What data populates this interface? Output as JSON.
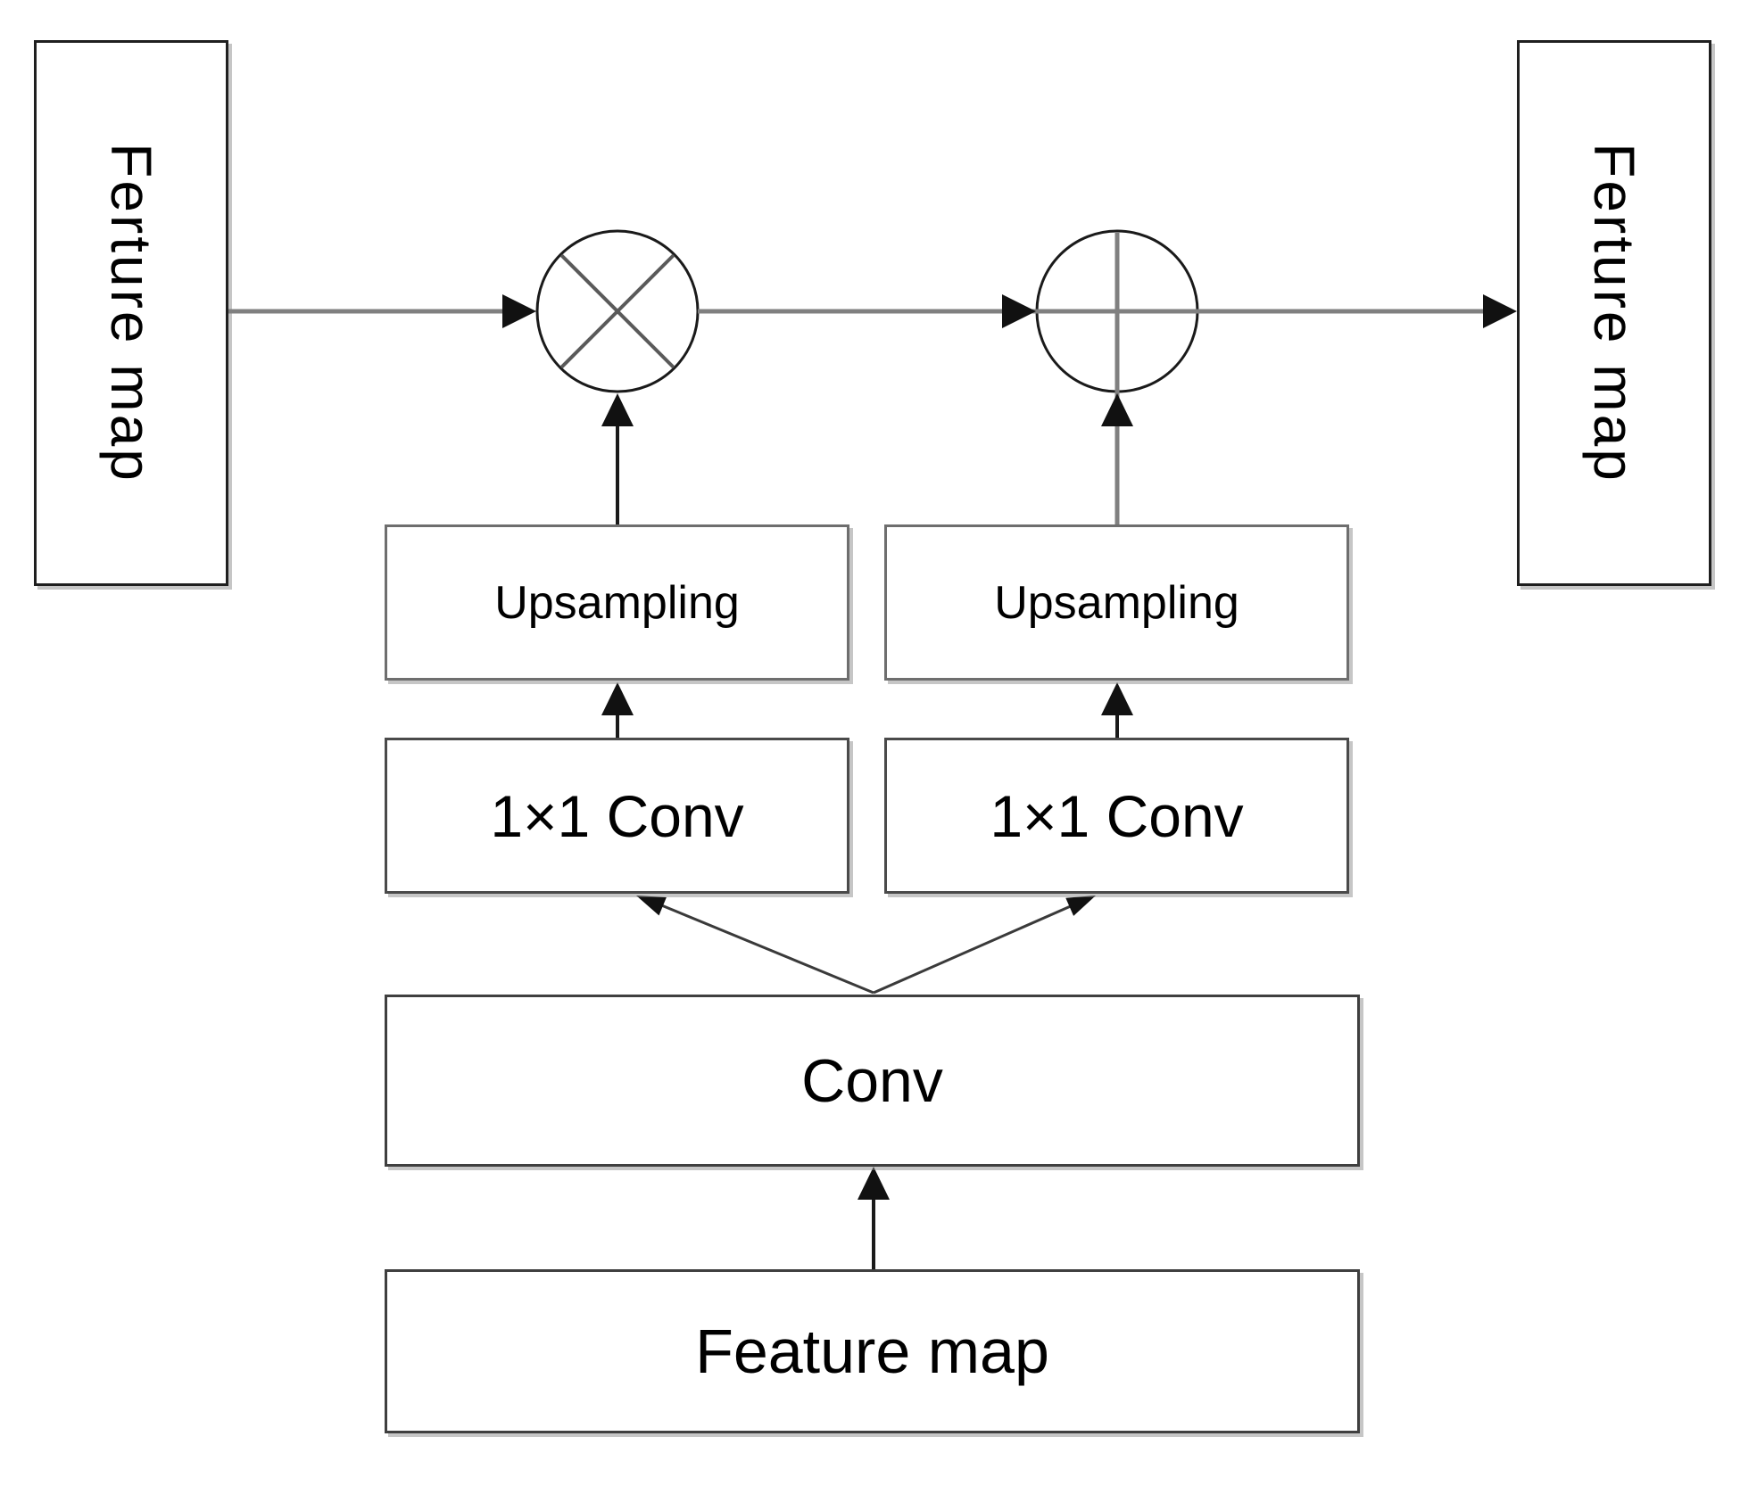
{
  "diagram": {
    "left_feature_box": {
      "label": "Ferture map"
    },
    "right_feature_box": {
      "label": "Ferture map"
    },
    "upsampling_left": {
      "label": "Upsampling"
    },
    "upsampling_right": {
      "label": "Upsampling"
    },
    "conv1x1_left": {
      "label": "1×1 Conv"
    },
    "conv1x1_right": {
      "label": "1×1 Conv"
    },
    "conv": {
      "label": "Conv"
    },
    "feature_map_bottom": {
      "label": "Feature map"
    },
    "operators": {
      "multiply_node": "circle-times",
      "add_node": "circle-plus"
    },
    "colors": {
      "connector_gray": "#808080",
      "arrow_black": "#1a1a1a",
      "diagonal_thin": "#3a3a3a",
      "cross_gray": "#5a5a5a",
      "border_dark": "#3f3f3f",
      "border_gray": "#6e6e6e",
      "background": "#ffffff"
    }
  }
}
